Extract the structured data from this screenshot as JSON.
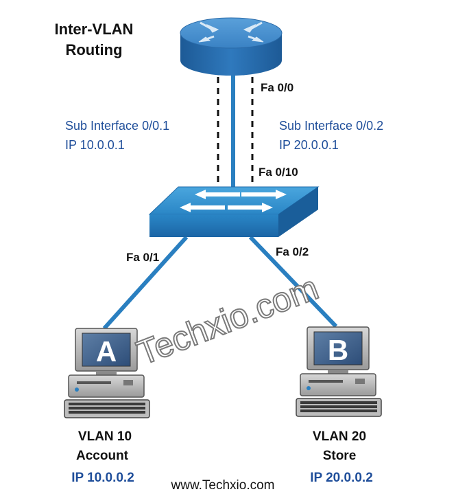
{
  "title": {
    "line1": "Inter-VLAN",
    "line2": "Routing"
  },
  "router": {
    "port": "Fa 0/0"
  },
  "subinterfaces": {
    "left": {
      "name": "Sub Interface 0/0.1",
      "ip": "IP 10.0.0.1"
    },
    "right": {
      "name": "Sub Interface 0/0.2",
      "ip": "IP 20.0.0.1"
    }
  },
  "switch": {
    "uplink_port": "Fa 0/10",
    "port_a": "Fa 0/1",
    "port_b": "Fa 0/2"
  },
  "hosts": [
    {
      "letter": "A",
      "vlan": "VLAN 10",
      "dept": "Account",
      "ip": "IP 10.0.0.2"
    },
    {
      "letter": "B",
      "vlan": "VLAN 20",
      "dept": "Store",
      "ip": "IP 20.0.0.2"
    }
  ],
  "watermark": "Techxio.com",
  "footer": "www.Techxio.com",
  "colors": {
    "link": "#2a7fc0",
    "router_top": "#3c84c6",
    "router_body": "#2566a6",
    "switch_top": "#2e8cc8",
    "switch_front": "#1f6fb0",
    "label_blue": "#1f4e9a"
  }
}
